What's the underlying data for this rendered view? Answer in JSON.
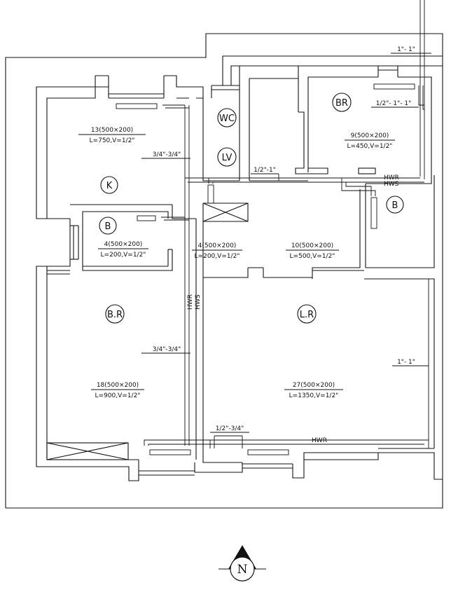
{
  "rooms": {
    "kitchen": "K",
    "bath_1": "B",
    "bath_2": "B",
    "wc": "WC",
    "lavatory": "LV",
    "bedroom_1": "BR",
    "bedroom_2": "B.R",
    "living_room": "L.R"
  },
  "radiators": {
    "kitchen": {
      "spec": "13(500×200)",
      "detail": "L=750,V=1/2\""
    },
    "bath": {
      "spec": "4(500×200)",
      "detail": "L=200,V=1/2\""
    },
    "hall": {
      "spec": "4(500×200)",
      "detail": "L=200,V=1/2\""
    },
    "bedroom_1": {
      "spec": "9(500×200)",
      "detail": "L=450,V=1/2\""
    },
    "hall_right": {
      "spec": "10(500×200)",
      "detail": "L=500,V=1/2\""
    },
    "bedroom_2": {
      "spec": "18(500×200)",
      "detail": "L=900,V=1/2\""
    },
    "living_room": {
      "spec": "27(500×200)",
      "detail": "L=1350,V=1/2\""
    }
  },
  "pipe_sizes": {
    "riser_top": "1\"- 1\"",
    "bedroom_1": "1/2\"- 1\"- 1\"",
    "kitchen": "3/4\"-3/4\"",
    "wc_branch": "1/2\"-1\"",
    "bedroom_2": "3/4\"-3/4\"",
    "living_room": "1\"- 1\"",
    "bottom": "1/2\"-3/4\""
  },
  "pipe_labels": {
    "return": "HWR",
    "supply": "HWS",
    "bottom_return": "HWR"
  },
  "compass": {
    "label": "N"
  }
}
